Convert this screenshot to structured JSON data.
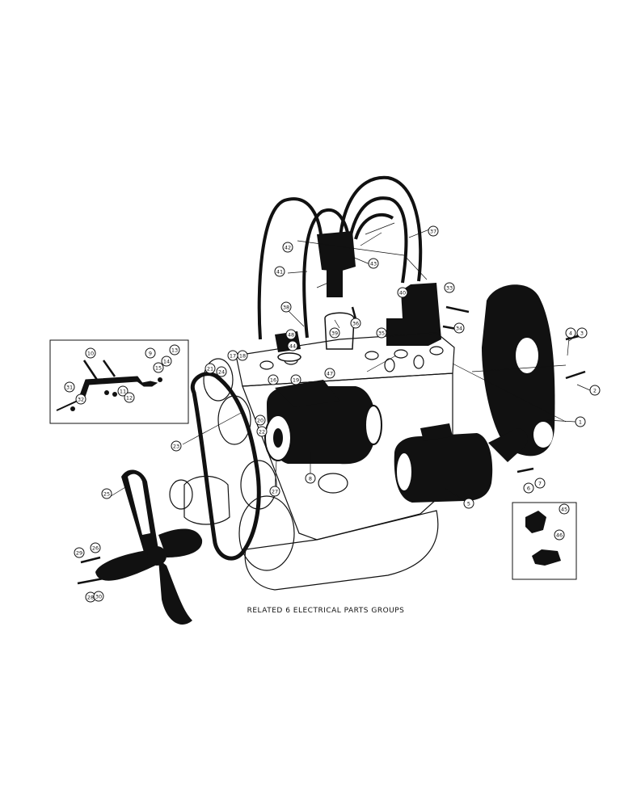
{
  "caption": "RELATED 6 ELECTRICAL PARTS GROUPS",
  "callouts": [
    {
      "id": "c1",
      "label": "1"
    },
    {
      "id": "c2",
      "label": "2"
    },
    {
      "id": "c3",
      "label": "3"
    },
    {
      "id": "c4",
      "label": "4"
    },
    {
      "id": "c5",
      "label": "5"
    },
    {
      "id": "c6",
      "label": "6"
    },
    {
      "id": "c7",
      "label": "7"
    },
    {
      "id": "c8",
      "label": "8"
    },
    {
      "id": "c9",
      "label": "9"
    },
    {
      "id": "c10",
      "label": "10"
    },
    {
      "id": "c11",
      "label": "11"
    },
    {
      "id": "c12",
      "label": "12"
    },
    {
      "id": "c13",
      "label": "13"
    },
    {
      "id": "c14",
      "label": "14"
    },
    {
      "id": "c15",
      "label": "15"
    },
    {
      "id": "c16",
      "label": "16"
    },
    {
      "id": "c17",
      "label": "17"
    },
    {
      "id": "c18",
      "label": "18"
    },
    {
      "id": "c19",
      "label": "19"
    },
    {
      "id": "c20",
      "label": "20"
    },
    {
      "id": "c21",
      "label": "21"
    },
    {
      "id": "c22",
      "label": "22"
    },
    {
      "id": "c23",
      "label": "23"
    },
    {
      "id": "c24",
      "label": "24"
    },
    {
      "id": "c25",
      "label": "25"
    },
    {
      "id": "c26",
      "label": "26"
    },
    {
      "id": "c27",
      "label": "27"
    },
    {
      "id": "c28",
      "label": "28"
    },
    {
      "id": "c29",
      "label": "29"
    },
    {
      "id": "c30",
      "label": "30"
    },
    {
      "id": "c31",
      "label": "31"
    },
    {
      "id": "c32",
      "label": "32"
    },
    {
      "id": "c33",
      "label": "33"
    },
    {
      "id": "c34",
      "label": "34"
    },
    {
      "id": "c35",
      "label": "35"
    },
    {
      "id": "c36",
      "label": "36"
    },
    {
      "id": "c37",
      "label": "37"
    },
    {
      "id": "c38",
      "label": "38"
    },
    {
      "id": "c39",
      "label": "39"
    },
    {
      "id": "c40",
      "label": "40"
    },
    {
      "id": "c41",
      "label": "41"
    },
    {
      "id": "c42",
      "label": "42"
    },
    {
      "id": "c43",
      "label": "43"
    },
    {
      "id": "c44",
      "label": "44"
    },
    {
      "id": "c45",
      "label": "45"
    },
    {
      "id": "c46",
      "label": "46"
    },
    {
      "id": "c47",
      "label": "47"
    },
    {
      "id": "c48",
      "label": "48"
    }
  ]
}
